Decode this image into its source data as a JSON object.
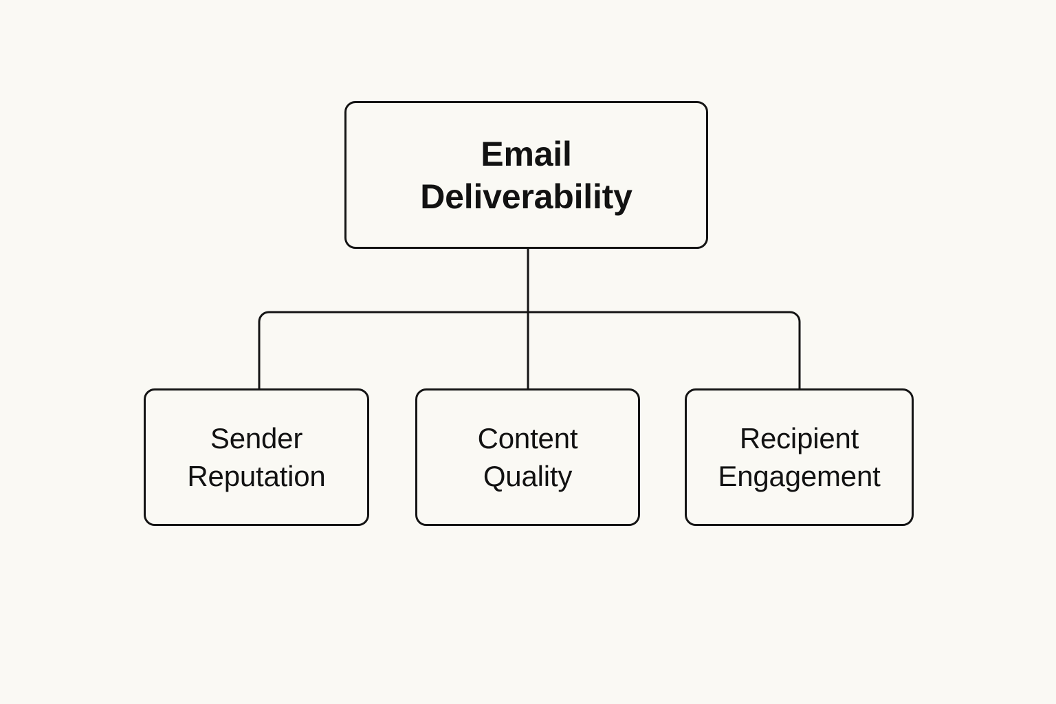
{
  "diagram": {
    "title": "Email Deliverability",
    "type": "hierarchy-tree",
    "background_color": "#faf9f4",
    "stroke_color": "#141414",
    "text_color": "#121212",
    "root": {
      "label": "Email\nDeliverability"
    },
    "children": [
      {
        "label": "Sender\nReputation"
      },
      {
        "label": "Content\nQuality"
      },
      {
        "label": "Recipient\nEngagement"
      }
    ]
  }
}
